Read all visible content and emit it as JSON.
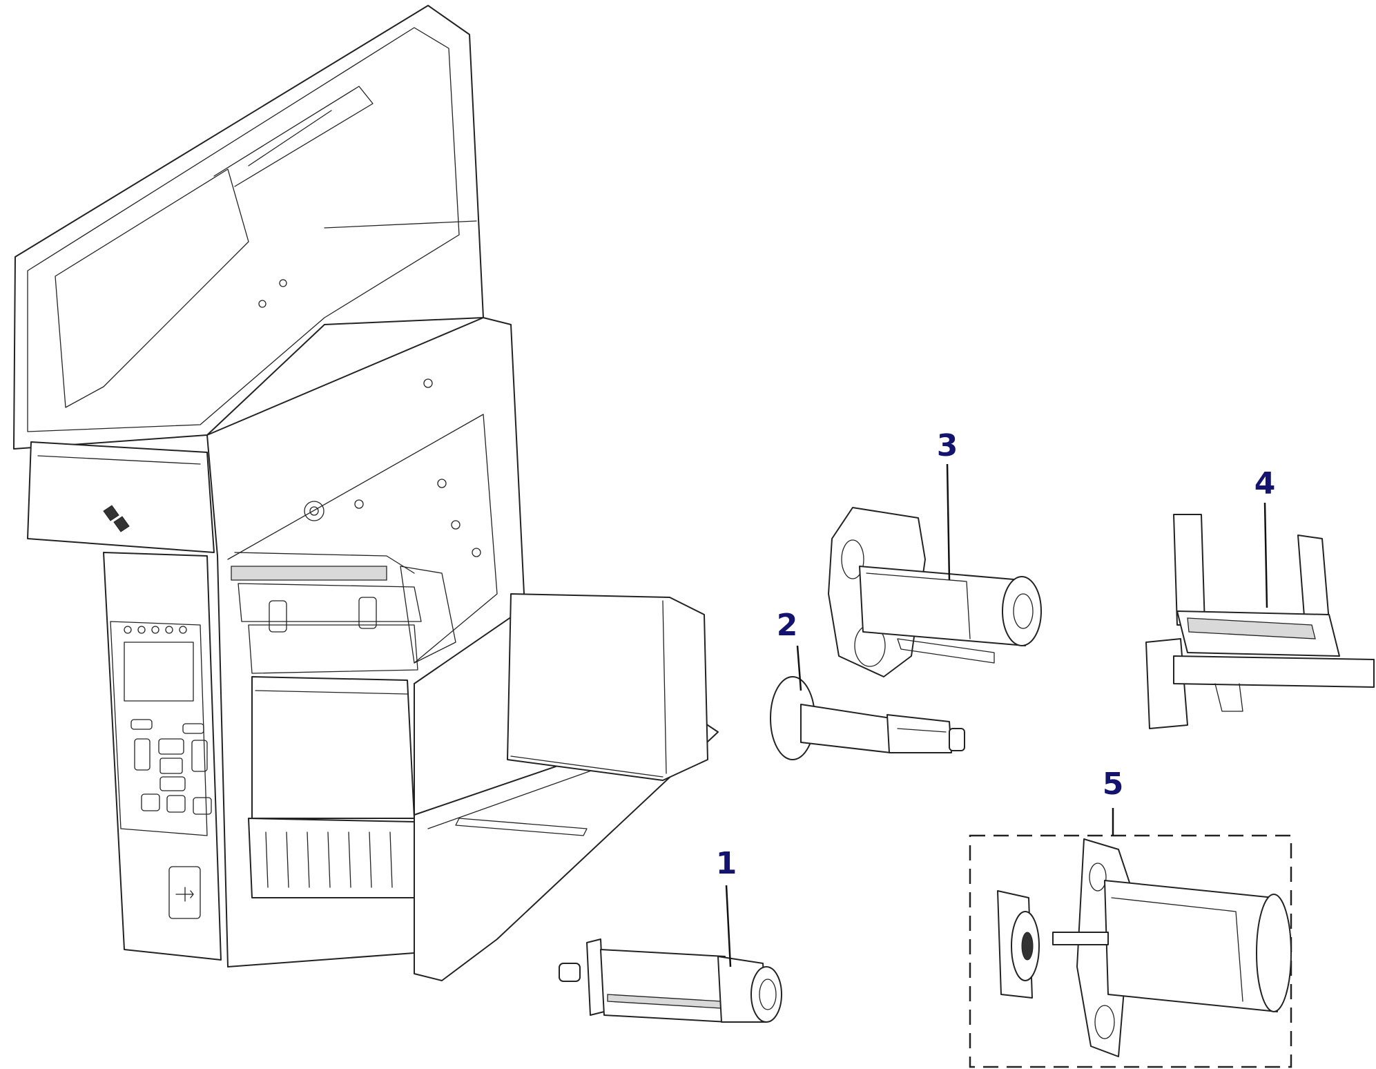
{
  "callouts": [
    {
      "id": "1",
      "label": "1"
    },
    {
      "id": "2",
      "label": "2"
    },
    {
      "id": "3",
      "label": "3"
    },
    {
      "id": "4",
      "label": "4"
    },
    {
      "id": "5",
      "label": "5"
    }
  ],
  "colors": {
    "callout": "#14146e",
    "line": "#222222",
    "background": "#ffffff"
  },
  "icons": [
    "printer-body",
    "usb-icon",
    "brand-logo-icon"
  ]
}
